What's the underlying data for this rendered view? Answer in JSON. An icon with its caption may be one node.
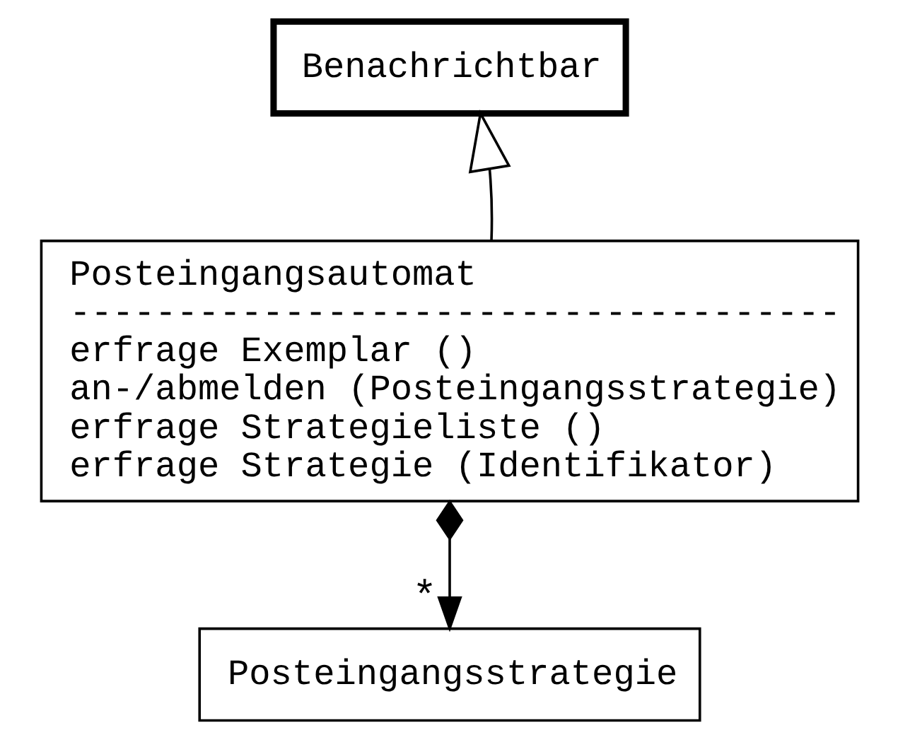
{
  "diagram": {
    "nodes": [
      {
        "text": [
          "Benachrichtbar"
        ]
      },
      {
        "text": [
          "Posteingangsautomat",
          "------------------------------------",
          "erfrage Exemplar ()",
          "an-/abmelden (Posteingangsstrategie)",
          "erfrage Strategieliste ()",
          "erfrage Strategie (Identifikator)"
        ]
      },
      {
        "text": [
          "Posteingangsstrategie"
        ]
      }
    ],
    "edges": [
      {
        "from": 1,
        "to": 0,
        "arrow": "to"
      },
      {
        "from": 1,
        "to": 2,
        "arrow": "to",
        "label": "*"
      }
    ]
  }
}
